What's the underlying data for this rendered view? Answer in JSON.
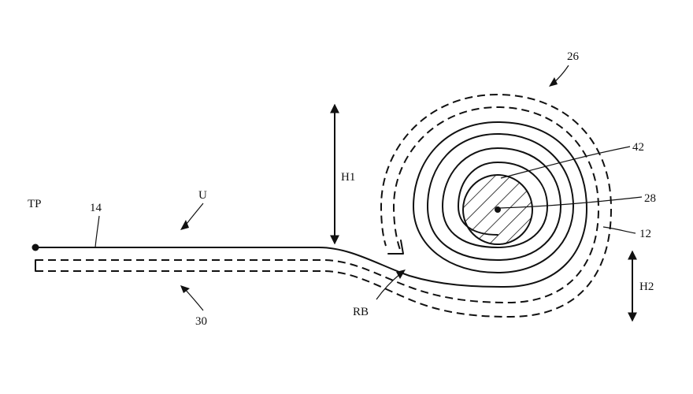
{
  "labels": {
    "tp": "TP",
    "l14": "14",
    "u": "U",
    "h1": "H1",
    "l26": "26",
    "l42": "42",
    "l28": "28",
    "l12": "12",
    "h2": "H2",
    "rb": "RB",
    "l30": "30"
  }
}
